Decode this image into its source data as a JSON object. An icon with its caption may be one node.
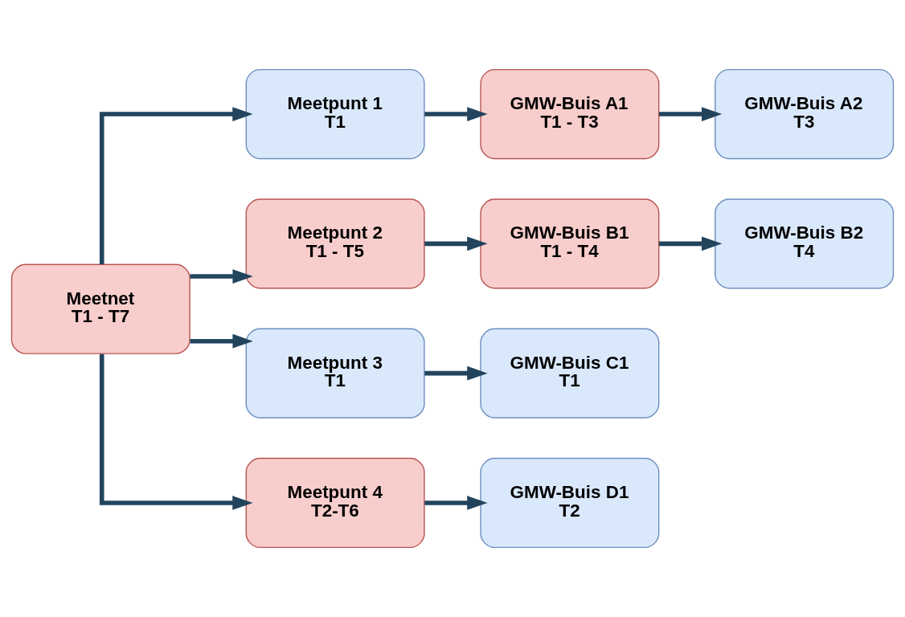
{
  "diagram": {
    "nodes": [
      {
        "text": [
          "Meetnet",
          "T1 - T7"
        ]
      },
      {
        "text": [
          "Meetpunt 1",
          "T1"
        ]
      },
      {
        "text": [
          "GMW-Buis A1",
          "T1 - T3"
        ]
      },
      {
        "text": [
          "GMW-Buis A2",
          "T3"
        ]
      },
      {
        "text": [
          "Meetpunt 2",
          "T1 - T5"
        ]
      },
      {
        "text": [
          "GMW-Buis B1",
          "T1 - T4"
        ]
      },
      {
        "text": [
          "GMW-Buis B2",
          "T4"
        ]
      },
      {
        "text": [
          "Meetpunt 3",
          "T1"
        ]
      },
      {
        "text": [
          "GMW-Buis C1",
          "T1"
        ]
      },
      {
        "text": [
          "Meetpunt 4",
          "T2-T6"
        ]
      },
      {
        "text": [
          "GMW-Buis D1",
          "T2"
        ]
      }
    ],
    "edges": [
      {
        "from": 0,
        "to": 1,
        "arrow": "to"
      },
      {
        "from": 0,
        "to": 4,
        "arrow": "to"
      },
      {
        "from": 0,
        "to": 7,
        "arrow": "to"
      },
      {
        "from": 0,
        "to": 9,
        "arrow": "to"
      },
      {
        "from": 1,
        "to": 2,
        "arrow": "to"
      },
      {
        "from": 2,
        "to": 3,
        "arrow": "to"
      },
      {
        "from": 4,
        "to": 5,
        "arrow": "to"
      },
      {
        "from": 5,
        "to": 6,
        "arrow": "to"
      },
      {
        "from": 7,
        "to": 8,
        "arrow": "to"
      },
      {
        "from": 9,
        "to": 10,
        "arrow": "to"
      }
    ]
  }
}
